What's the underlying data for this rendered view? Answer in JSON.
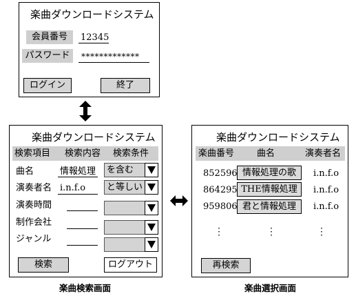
{
  "login": {
    "title": "楽曲ダウンロードシステム",
    "member_label": "会員番号",
    "member_value": "12345",
    "password_label": "パスワード",
    "password_value": "*************",
    "login_button": "ログイン",
    "exit_button": "終了"
  },
  "search": {
    "title": "楽曲ダウンロードシステム",
    "headers": [
      "検索項目",
      "検索内容",
      "検索条件"
    ],
    "rows": [
      {
        "label": "曲名",
        "value": "情報処理",
        "condition": "を含む"
      },
      {
        "label": "演奏者名",
        "value": "i.n.f.o",
        "condition": "と等しい"
      },
      {
        "label": "演奏時間",
        "value": "",
        "condition": ""
      },
      {
        "label": "制作会社",
        "value": "",
        "condition": ""
      },
      {
        "label": "ジャンル",
        "value": "",
        "condition": ""
      }
    ],
    "search_button": "検索",
    "logout_button": "ログアウト",
    "caption": "楽曲検索画面"
  },
  "select": {
    "title": "楽曲ダウンロードシステム",
    "headers": [
      "楽曲番号",
      "曲名",
      "演奏者名"
    ],
    "rows": [
      {
        "number": "852596",
        "song": "情報処理の歌",
        "artist": "i.n.f.o"
      },
      {
        "number": "864295",
        "song": "THE情報処理",
        "artist": "i.n.f.o"
      },
      {
        "number": "959806",
        "song": "君と情報処理",
        "artist": "i.n.f.o"
      }
    ],
    "ellipsis": "⋮",
    "research_button": "再検索",
    "caption": "楽曲選択画面"
  }
}
